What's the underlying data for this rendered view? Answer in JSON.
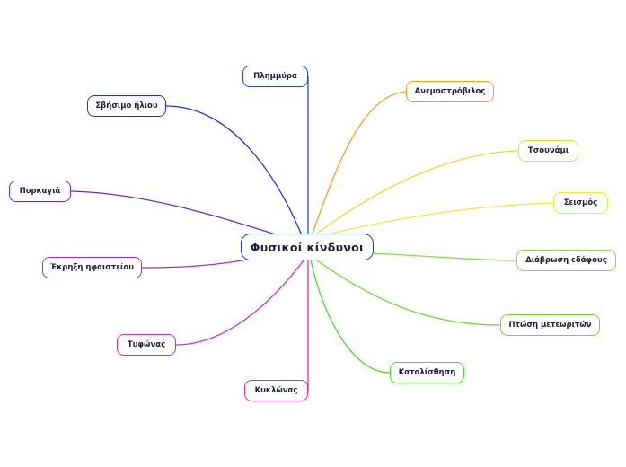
{
  "mindmap": {
    "center": {
      "label": "Φυσικοί κίνδυνοι",
      "color": "#1f3aa8"
    },
    "branches": [
      {
        "id": "flood",
        "label": "Πλημμύρα",
        "color": "#1f4fd8"
      },
      {
        "id": "tornado",
        "label": "Ανεμοστρόβιλος",
        "color": "#f2a02a"
      },
      {
        "id": "tsunami",
        "label": "Τσουνάμι",
        "color": "#e8dc2e"
      },
      {
        "id": "earthquake",
        "label": "Σεισμός",
        "color": "#eeea3a"
      },
      {
        "id": "erosion",
        "label": "Διάβρωση εδάφους",
        "color": "#7ee03a"
      },
      {
        "id": "meteor",
        "label": "Πτώση μετεωριτών",
        "color": "#6edd2e"
      },
      {
        "id": "landslide",
        "label": "Κατολίσθηση",
        "color": "#4ad82a"
      },
      {
        "id": "cyclone",
        "label": "Κυκλώνας",
        "color": "#e02ab4"
      },
      {
        "id": "typhoon",
        "label": "Τυφώνας",
        "color": "#cc2ad0"
      },
      {
        "id": "eruption",
        "label": "Έκρηξη ηφαιστείου",
        "color": "#a62ad6"
      },
      {
        "id": "wildfire",
        "label": "Πυρκαγιά",
        "color": "#6a2ac8"
      },
      {
        "id": "solar",
        "label": "Σβήσιμο ήλιου",
        "color": "#2a2ae0"
      }
    ]
  }
}
